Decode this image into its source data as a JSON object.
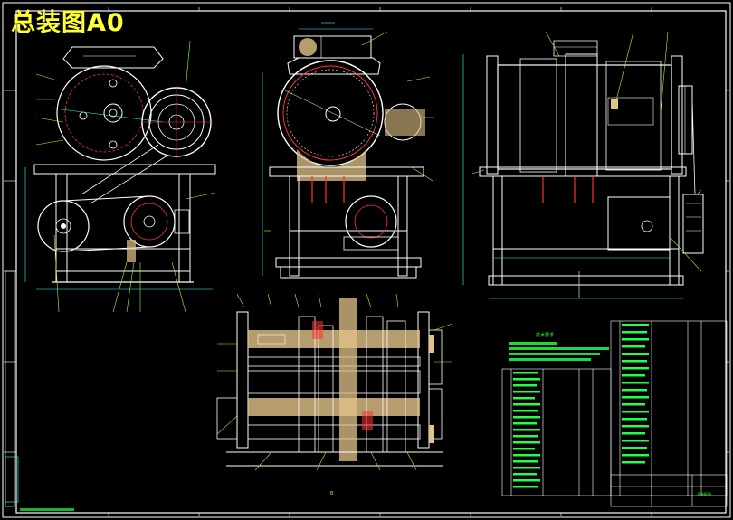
{
  "title": "总装图A0",
  "colors": {
    "background": "#000000",
    "frame": "#ffffff",
    "outline": "#ffffff",
    "part": "#ff3333",
    "dimension": "#33ffff",
    "hatch": "#e2c48a",
    "leader": "#99ff33",
    "title_text": "#ffff33",
    "table_text": "#22ff44"
  },
  "views": [
    "front-view",
    "side-view",
    "right-view",
    "section-view"
  ],
  "tech_requirements_heading": "技术要求",
  "section_label": "B",
  "drawing_title": "总装配图"
}
